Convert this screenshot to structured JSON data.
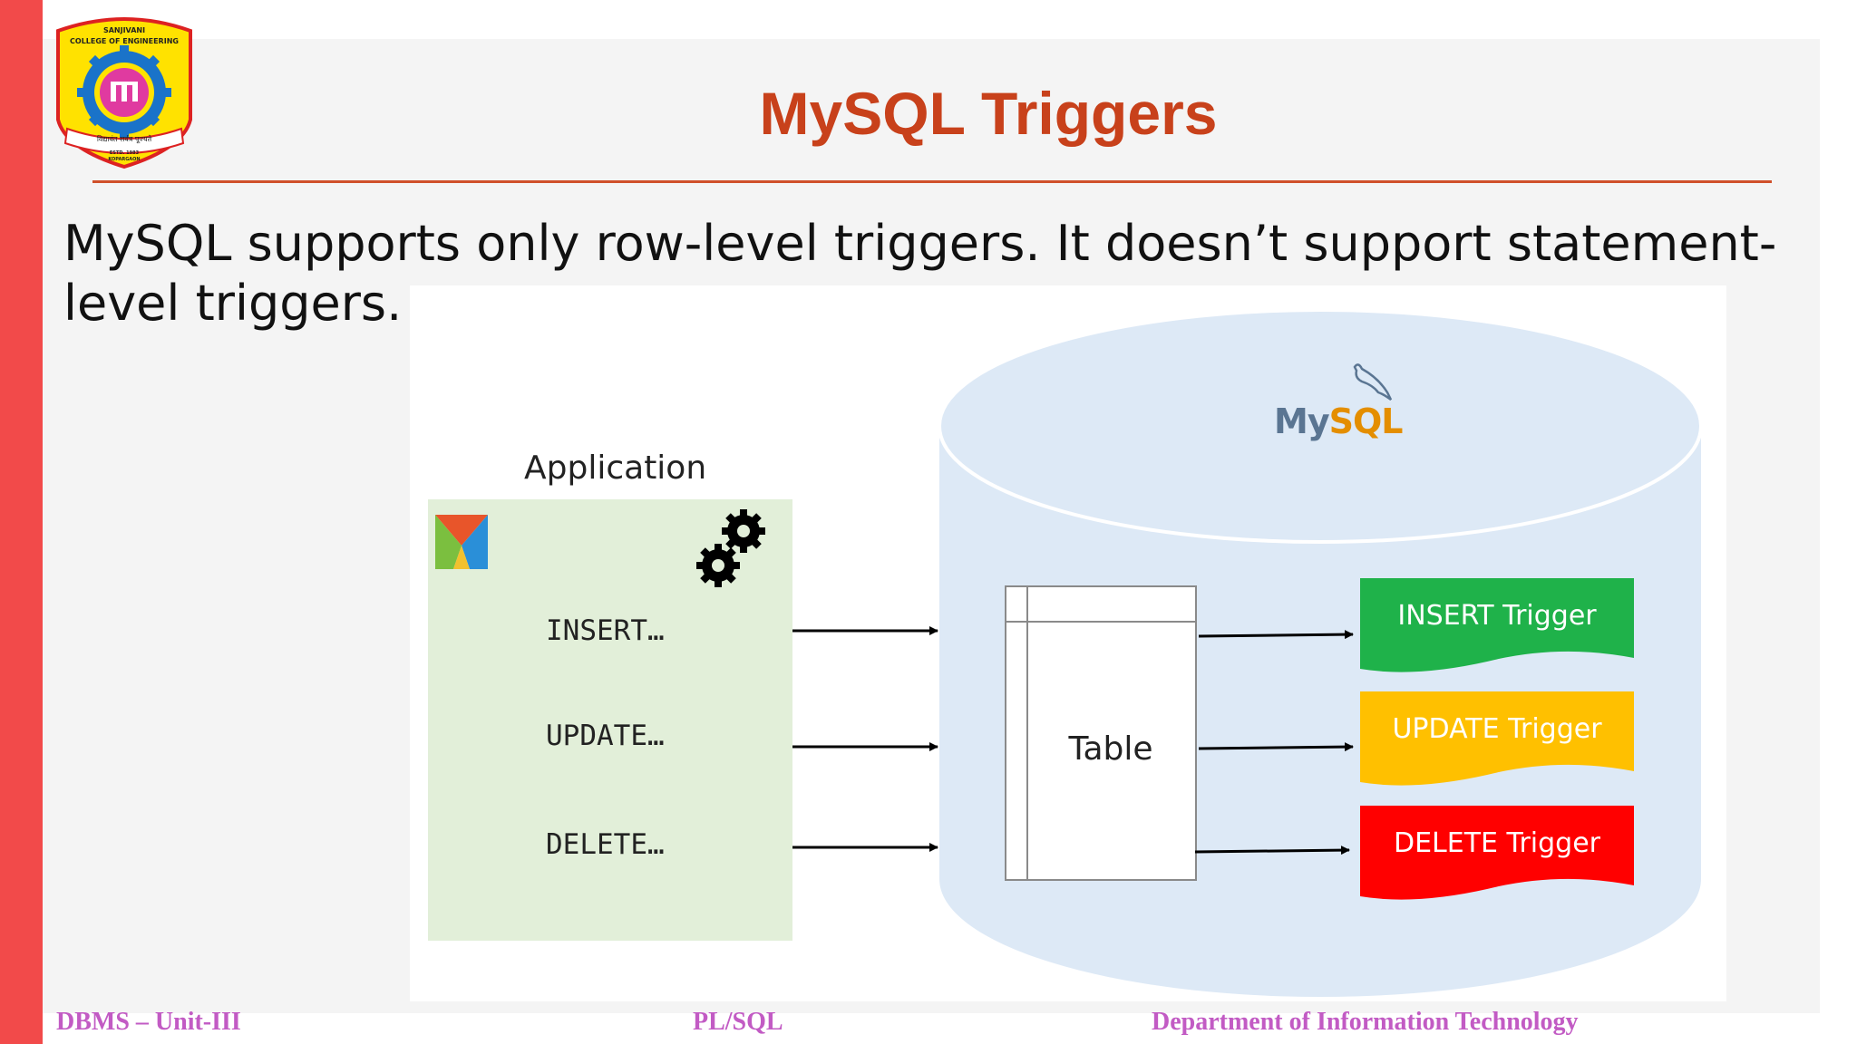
{
  "slide": {
    "title": "MySQL Triggers",
    "body": "MySQL supports only row-level triggers. It doesn’t support statement-level triggers."
  },
  "logo": {
    "line1": "SANJIVANI",
    "line2": "COLLEGE OF ENGINEERING",
    "motto": "विद्यावंत सर्वत्र पूज्यते",
    "estd": "ESTD. 1983",
    "place": "KOPARGAON"
  },
  "diagram": {
    "application_label": "Application",
    "statements": [
      "INSERT…",
      "UPDATE…",
      "DELETE…"
    ],
    "database_logo": {
      "my": "My",
      "sql": "SQL"
    },
    "table_label": "Table",
    "triggers": [
      {
        "label": "INSERT Trigger",
        "color": "#1fb24a"
      },
      {
        "label": "UPDATE Trigger",
        "color": "#ffc000"
      },
      {
        "label": "DELETE Trigger",
        "color": "#ff0000"
      }
    ]
  },
  "footer": {
    "left": "DBMS – Unit-III",
    "center": "PL/SQL",
    "right": "Department of Information Technology"
  },
  "colors": {
    "accent_bar": "#f24a4a",
    "title": "#c8411b",
    "footer_text": "#c25bc4",
    "app_box": "#e2efd9",
    "database": "#dde9f6"
  }
}
